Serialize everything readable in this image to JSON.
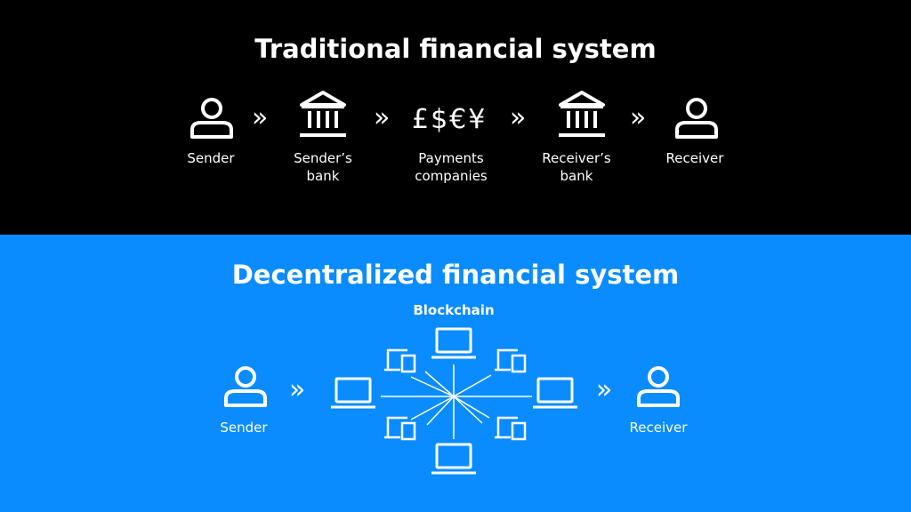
{
  "top": {
    "title": "Traditional financial system",
    "nodes": {
      "sender": "Sender",
      "senders_bank": "Sender’s\nbank",
      "payments": "Payments\ncompanies",
      "receivers_bank": "Receiver’s\nbank",
      "receiver": "Receiver"
    },
    "currency_symbols": "£$€¥",
    "arrow": "»"
  },
  "bottom": {
    "title": "Decentralized financial system",
    "blockchain_label": "Blockchain",
    "sender": "Sender",
    "receiver": "Receiver",
    "arrow": "»"
  },
  "colors": {
    "top_background": "#000000",
    "bottom_background": "#0a8cff",
    "foreground": "#ffffff"
  },
  "icons": [
    "person-icon",
    "bank-icon",
    "laptop-icon",
    "phone-tablet-icon"
  ]
}
